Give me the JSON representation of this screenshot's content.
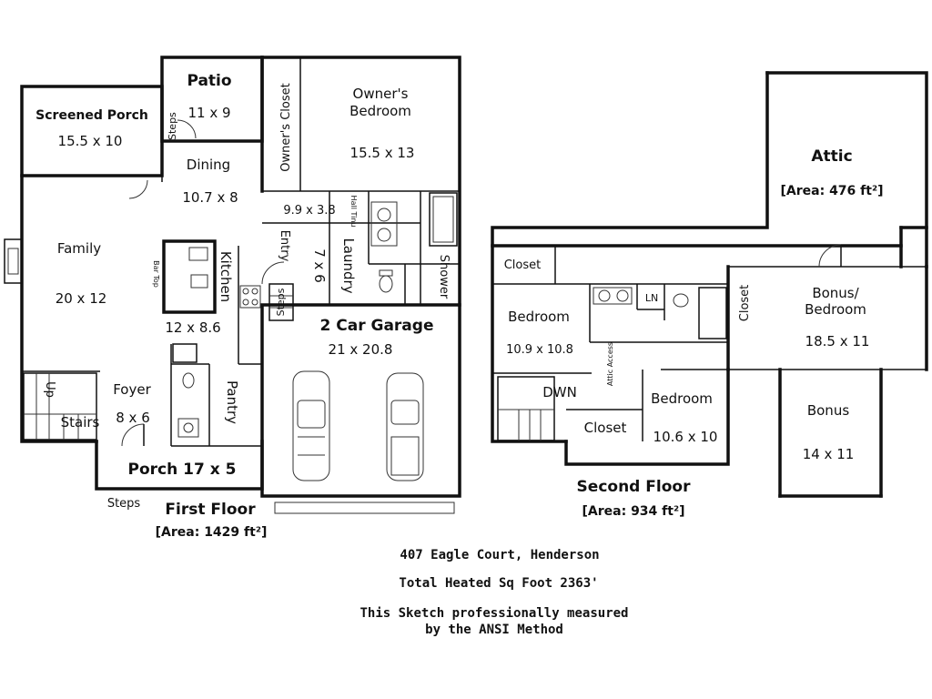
{
  "first_floor": {
    "title": "First Floor",
    "area": "[Area: 1429 ft²]",
    "rooms": {
      "screened_porch": {
        "name": "Screened Porch",
        "size": "15.5 x 10"
      },
      "patio": {
        "name": "Patio",
        "size": "11 x 9"
      },
      "owners_closet": {
        "name": "Owner's Closet"
      },
      "owners_bedroom": {
        "name_line1": "Owner's",
        "name_line2": "Bedroom",
        "size": "15.5 x 13"
      },
      "dining": {
        "name": "Dining",
        "size": "10.7 x 8"
      },
      "family": {
        "name": "Family",
        "size": "20 x 12"
      },
      "bar_top": {
        "name": "Bar Top"
      },
      "kitchen": {
        "name": "Kitchen",
        "size": "12 x 8.6"
      },
      "hall": {
        "size": "9.9 x 3.8"
      },
      "hall_tiny": {
        "name": "Hall Tinu"
      },
      "entry": {
        "name": "Entry"
      },
      "laundry": {
        "name": "Laundry",
        "size": "7 x 6"
      },
      "shower": {
        "name": "Shower"
      },
      "steps_garage": {
        "name": "Steps"
      },
      "garage": {
        "name": "2 Car Garage",
        "size": "21 x 20.8"
      },
      "foyer": {
        "name": "Foyer",
        "size": "8 x 6"
      },
      "stairs": {
        "name": "Stairs"
      },
      "up": {
        "name": "Up"
      },
      "pantry": {
        "name": "Pantry"
      },
      "porch": {
        "name": "Porch 17 x 5"
      },
      "steps_front": {
        "name": "Steps"
      },
      "steps_patio": {
        "name": "Steps"
      }
    }
  },
  "second_floor": {
    "title": "Second Floor",
    "area": "[Area: 934 ft²]",
    "rooms": {
      "attic": {
        "name": "Attic",
        "area": "[Area: 476 ft²]"
      },
      "closet_left": {
        "name": "Closet"
      },
      "bedroom_left": {
        "name": "Bedroom",
        "size": "10.9 x 10.8"
      },
      "ln": {
        "name": "LN"
      },
      "closet_mid": {
        "name": "Closet"
      },
      "attic_access": {
        "name": "Attic Access"
      },
      "bonus_bedroom": {
        "name_line1": "Bonus/",
        "name_line2": "Bedroom",
        "size": "18.5 x 11"
      },
      "dwn": {
        "name": "DWN"
      },
      "closet_lower": {
        "name": "Closet"
      },
      "bedroom_right": {
        "name": "Bedroom",
        "size": "10.6 x 10"
      },
      "bonus": {
        "name": "Bonus",
        "size": "14 x 11"
      }
    }
  },
  "notes": {
    "address": "407 Eagle Court, Henderson",
    "total": "Total Heated Sq Foot 2363'",
    "method_line1": "This Sketch professionally measured",
    "method_line2": "by the ANSI Method"
  }
}
